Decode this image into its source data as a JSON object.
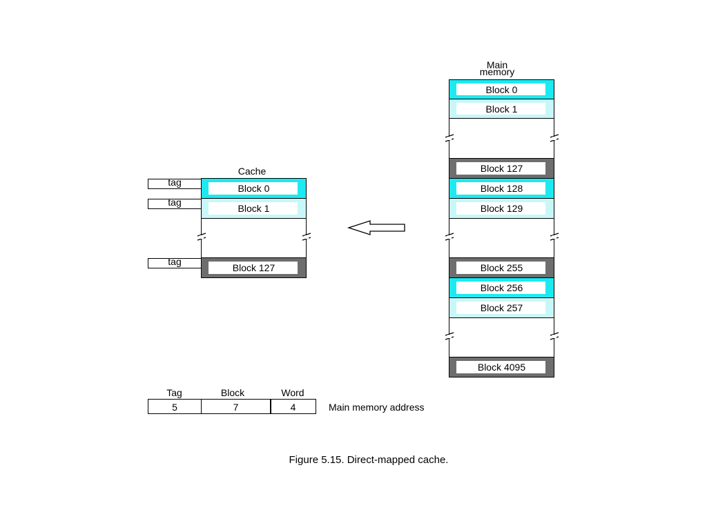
{
  "cache": {
    "title": "Cache",
    "tag_label": "tag",
    "blocks": [
      "Block 0",
      "Block 1",
      "Block 127"
    ]
  },
  "main_memory": {
    "title_line1": "Main",
    "title_line2": "memory",
    "blocks": [
      "Block 0",
      "Block 1",
      "Block 127",
      "Block 128",
      "Block 129",
      "Block 255",
      "Block 256",
      "Block 257",
      "Block 4095"
    ]
  },
  "address": {
    "fields": [
      {
        "name": "Tag",
        "bits": "5"
      },
      {
        "name": "Block",
        "bits": "7"
      },
      {
        "name": "Word",
        "bits": "4"
      }
    ],
    "label": "Main memory address"
  },
  "caption": "Figure 5.15. Direct-mapped cache.",
  "colors": {
    "cyan": "#1de9f0",
    "pale_cyan": "#c8f7f9",
    "dark_gray": "#6e6e6e"
  }
}
